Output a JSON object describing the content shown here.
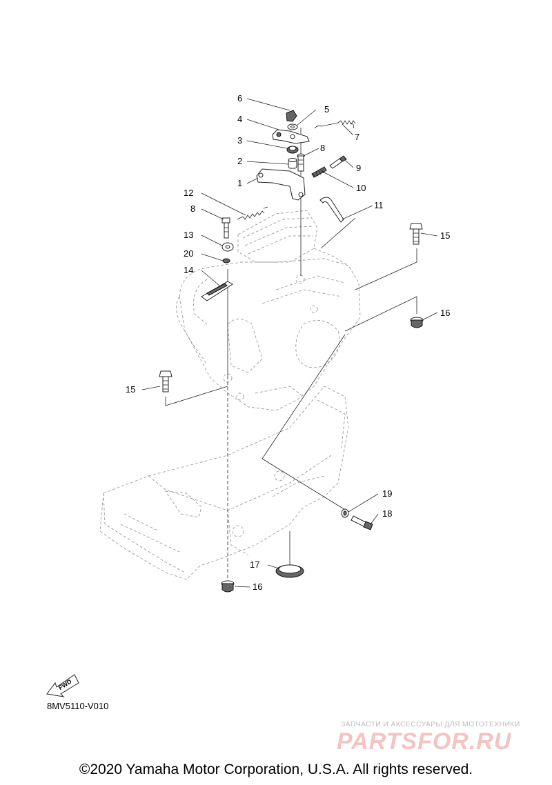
{
  "diagram": {
    "code": "8MV5110-V010",
    "fwd_label": "FWD",
    "copyright": "©2020 Yamaha Motor Corporation, U.S.A. All rights reserved.",
    "watermark": {
      "tagline": "ЗАПЧАСТИ И АКСЕССУАРЫ ДЛЯ МОТОТЕХНИКИ",
      "logo_text": "PARTSFOR.RU"
    },
    "callouts": [
      {
        "id": "c6",
        "label": "6"
      },
      {
        "id": "c5",
        "label": "5"
      },
      {
        "id": "c4",
        "label": "4"
      },
      {
        "id": "c7",
        "label": "7"
      },
      {
        "id": "c3",
        "label": "3"
      },
      {
        "id": "c8a",
        "label": "8"
      },
      {
        "id": "c2",
        "label": "2"
      },
      {
        "id": "c9",
        "label": "9"
      },
      {
        "id": "c1",
        "label": "1"
      },
      {
        "id": "c10",
        "label": "10"
      },
      {
        "id": "c12",
        "label": "12"
      },
      {
        "id": "c11",
        "label": "11"
      },
      {
        "id": "c8b",
        "label": "8"
      },
      {
        "id": "c15a",
        "label": "15"
      },
      {
        "id": "c13",
        "label": "13"
      },
      {
        "id": "c20",
        "label": "20"
      },
      {
        "id": "c14",
        "label": "14"
      },
      {
        "id": "c16a",
        "label": "16"
      },
      {
        "id": "c15b",
        "label": "15"
      },
      {
        "id": "c19",
        "label": "19"
      },
      {
        "id": "c18",
        "label": "18"
      },
      {
        "id": "c17",
        "label": "17"
      },
      {
        "id": "c16b",
        "label": "16"
      }
    ]
  }
}
